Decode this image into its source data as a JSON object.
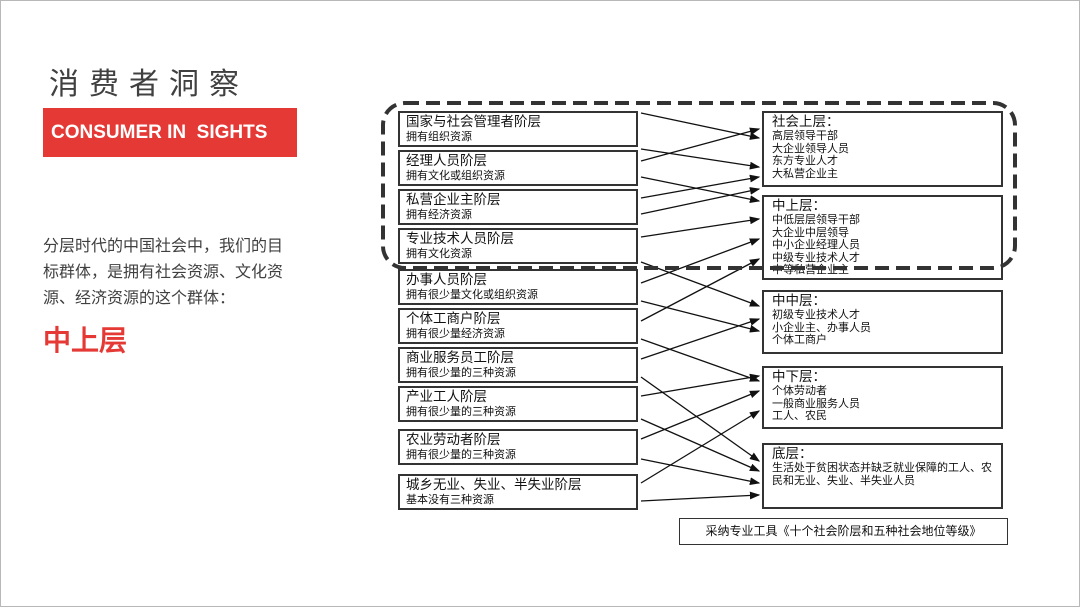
{
  "header": {
    "title_cn": "消费者洞察",
    "title_en": "CONSUMER IN  SIGHTS"
  },
  "description": "分层时代的中国社会中，我们的目标群体，是拥有社会资源、文化资源、经济资源的这个群体：",
  "highlight": "中上层",
  "left_strata": [
    {
      "title": "国家与社会管理者阶层",
      "sub": "拥有组织资源"
    },
    {
      "title": "经理人员阶层",
      "sub": "拥有文化或组织资源"
    },
    {
      "title": "私营企业主阶层",
      "sub": "拥有经济资源"
    },
    {
      "title": "专业技术人员阶层",
      "sub": "拥有文化资源"
    },
    {
      "title": "办事人员阶层",
      "sub": "拥有很少量文化或组织资源"
    },
    {
      "title": "个体工商户阶层",
      "sub": "拥有很少量经济资源"
    },
    {
      "title": "商业服务员工阶层",
      "sub": "拥有很少量的三种资源"
    },
    {
      "title": "产业工人阶层",
      "sub": "拥有很少量的三种资源"
    },
    {
      "title": "农业劳动者阶层",
      "sub": "拥有很少量的三种资源"
    },
    {
      "title": "城乡无业、失业、半失业阶层",
      "sub": "基本没有三种资源"
    }
  ],
  "right_levels": [
    {
      "title": "社会上层：",
      "items": [
        "高层领导干部",
        "大企业领导人员",
        "东方专业人才",
        "大私营企业主"
      ]
    },
    {
      "title": "中上层：",
      "items": [
        "中低层层领导干部",
        "大企业中层领导",
        "中小企业经理人员",
        "中级专业技术人才",
        "中等私营企业主"
      ]
    },
    {
      "title": "中中层：",
      "items": [
        "初级专业技术人才",
        "小企业主、办事人员",
        "个体工商户"
      ]
    },
    {
      "title": "中下层：",
      "items": [
        "个体劳动者",
        "一般商业服务人员",
        "工人、农民"
      ]
    },
    {
      "title": "底层：",
      "items": [
        "生活处于贫困状态并缺乏就业保障的工人、农民和无业、失业、半失业人员"
      ]
    }
  ],
  "source_note": "采纳专业工具《十个社会阶层和五种社会地位等级》",
  "colors": {
    "accent": "#e53935",
    "text": "#404040",
    "line": "#111111"
  },
  "icons": [
    "arrow-head-icon"
  ]
}
